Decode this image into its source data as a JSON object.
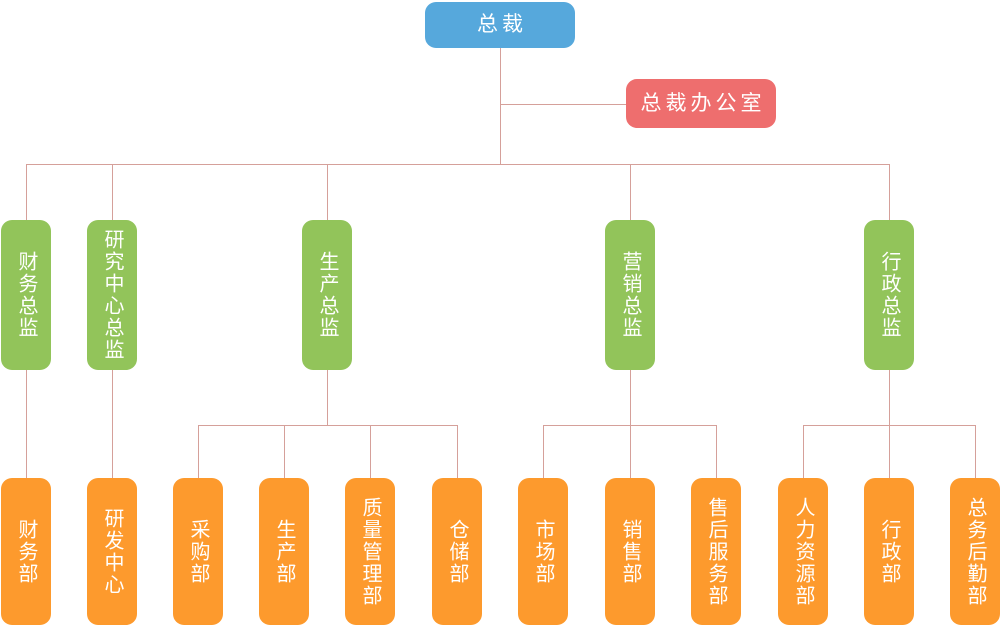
{
  "org": {
    "president": "总裁",
    "office": "总裁办公室",
    "branches": [
      {
        "director": "财务总监",
        "departments": [
          "财务部"
        ]
      },
      {
        "director": "研究中心总监",
        "departments": [
          "研发中心"
        ]
      },
      {
        "director": "生产总监",
        "departments": [
          "采购部",
          "生产部",
          "质量管理部",
          "仓储部"
        ]
      },
      {
        "director": "营销总监",
        "departments": [
          "市场部",
          "销售部",
          "售后服务部"
        ]
      },
      {
        "director": "行政总监",
        "departments": [
          "人力资源部",
          "行政部",
          "总务后勤部"
        ]
      }
    ]
  },
  "colors": {
    "president_bg": "#56a8dc",
    "office_bg": "#ee6e6e",
    "director_bg": "#92c45a",
    "department_bg": "#fd9a2d",
    "connector": "#d5a09a",
    "label_text": "#ffffff"
  }
}
